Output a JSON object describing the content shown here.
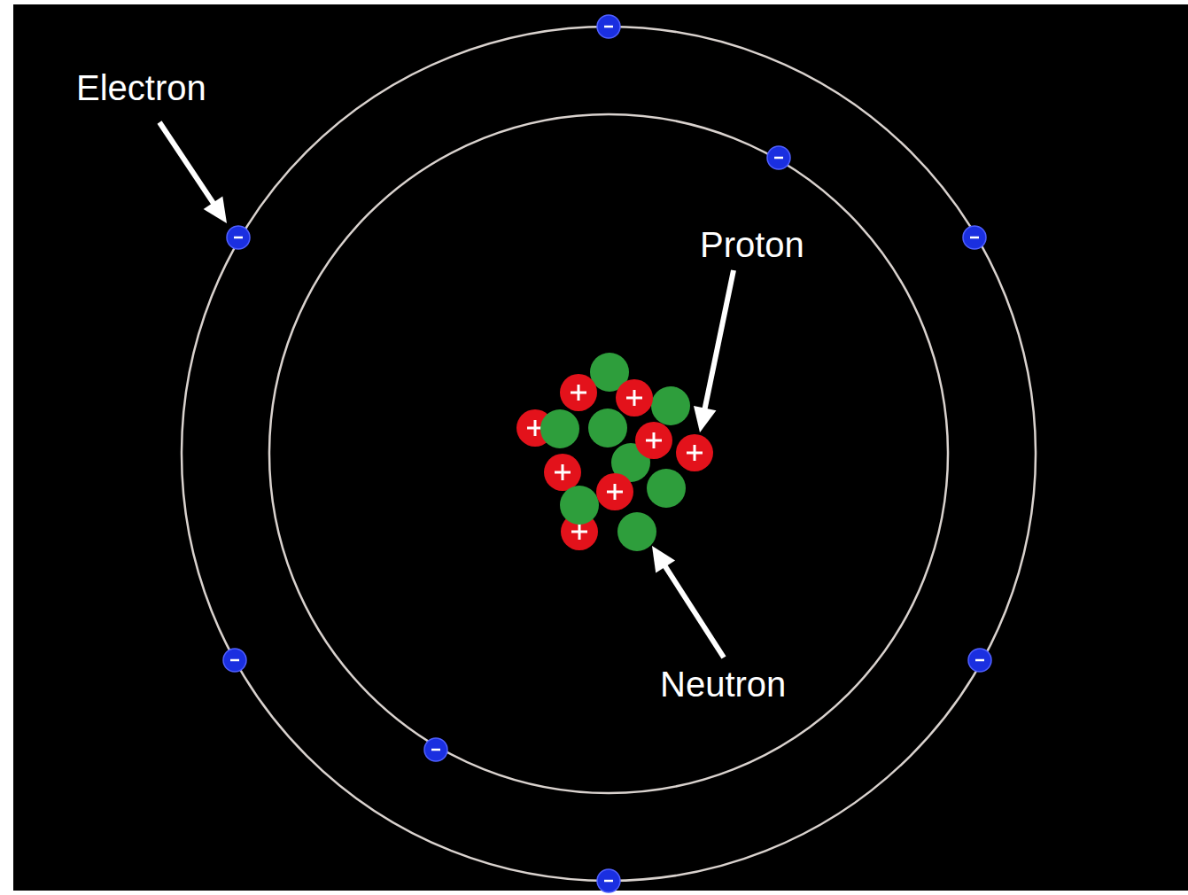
{
  "diagram": {
    "labels": [
      "Electron",
      "Proton",
      "Neutron"
    ]
  }
}
